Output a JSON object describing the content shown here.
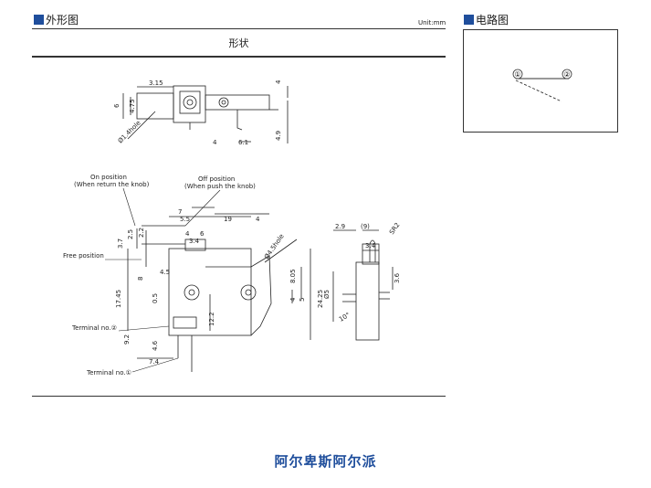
{
  "sections": {
    "outline_title": "外形图",
    "unit": "Unit:mm",
    "shape_label": "形状",
    "circuit_title": "电路图"
  },
  "circuit": {
    "terminal1": "①",
    "terminal2": "②"
  },
  "top_view": {
    "dims": [
      "3.15",
      "6",
      "4.75",
      "Ø1.4hole",
      "4",
      "4.9",
      "6.1",
      "4"
    ]
  },
  "front_view": {
    "dims": [
      "7",
      "5.5",
      "19",
      "4",
      "4",
      "6",
      "3.4",
      "3.7",
      "2.5",
      "2.2",
      "8",
      "4.5",
      "Ø4.5hole",
      "8.05",
      "4",
      "5",
      "24.25",
      "17.45",
      "0.5",
      "12.2",
      "9.2",
      "4.6",
      "7.4"
    ],
    "labels": {
      "on_position": "On position",
      "on_position_note": "(When return the knob)",
      "off_position": "Off position",
      "off_position_note": "(When push the knob)",
      "free_position": "Free position",
      "terminal2": "Terminal no.②",
      "terminal1": "Terminal no.①"
    }
  },
  "side_view": {
    "dims": [
      "2.9",
      "(9)",
      "SR2",
      "3.4",
      "3.6",
      "Ø5",
      "10°"
    ]
  },
  "brand": "阿尔卑斯阿尔派"
}
